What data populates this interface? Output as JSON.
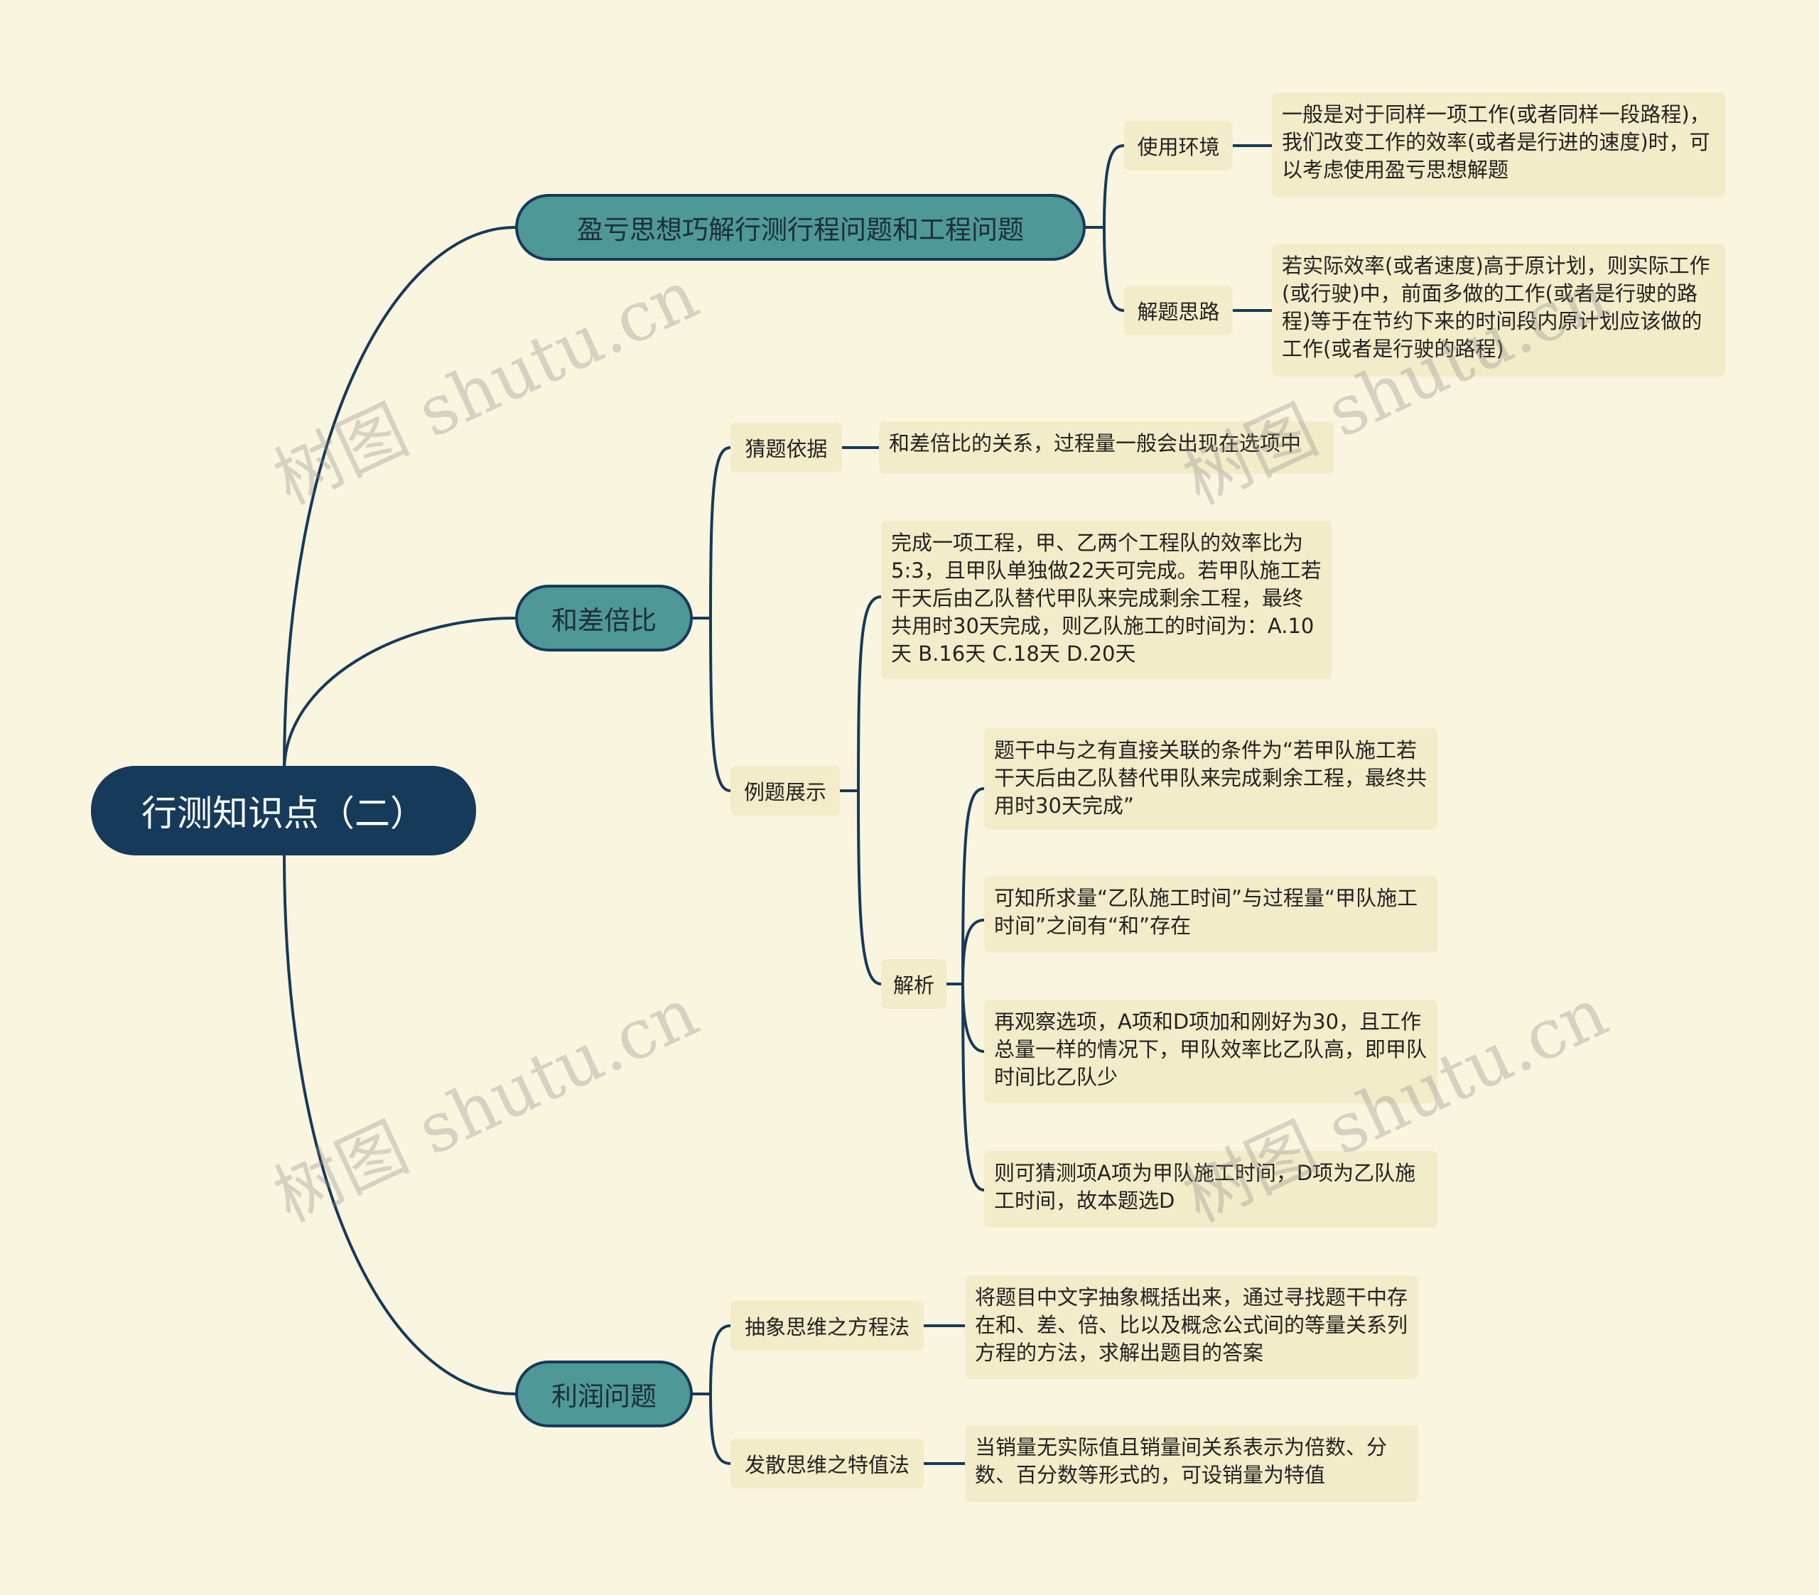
{
  "root": "行测知识点（二）",
  "branches": [
    {
      "label": "盈亏思想巧解行测行程问题和工程问题",
      "children": [
        {
          "label": "使用环境",
          "text": "一般是对于同样一项工作(或者同样一段路程)，我们改变工作的效率(或者是行进的速度)时，可以考虑使用盈亏思想解题"
        },
        {
          "label": "解题思路",
          "text": "若实际效率(或者速度)高于原计划，则实际工作(或行驶)中，前面多做的工作(或者是行驶的路程)等于在节约下来的时间段内原计划应该做的工作(或者是行驶的路程)"
        }
      ]
    },
    {
      "label": "和差倍比",
      "children": [
        {
          "label": "猜题依据",
          "text": "和差倍比的关系，过程量一般会出现在选项中"
        },
        {
          "label": "例题展示",
          "question": "完成一项工程，甲、乙两个工程队的效率比为5:3，且甲队单独做22天可完成。若甲队施工若干天后由乙队替代甲队来完成剩余工程，最终共用时30天完成，则乙队施工的时间为：A.10天 B.16天 C.18天 D.20天",
          "analysis_label": "解析",
          "analysis": [
            "题干中与之有直接关联的条件为“若甲队施工若干天后由乙队替代甲队来完成剩余工程，最终共用时30天完成”",
            "可知所求量“乙队施工时间”与过程量“甲队施工时间”之间有“和”存在",
            "再观察选项，A项和D项加和刚好为30，且工作总量一样的情况下，甲队效率比乙队高，即甲队时间比乙队少",
            "则可猜测项A项为甲队施工时间，D项为乙队施工时间，故本题选D"
          ]
        }
      ]
    },
    {
      "label": "利润问题",
      "children": [
        {
          "label": "抽象思维之方程法",
          "text": "将题目中文字抽象概括出来，通过寻找题干中存在和、差、倍、比以及概念公式间的等量关系列方程的方法，求解出题目的答案"
        },
        {
          "label": "发散思维之特值法",
          "text": "当销量无实际值且销量间关系表示为倍数、分数、百分数等形式的，可设销量为特值"
        }
      ]
    }
  ],
  "watermark": "树图 shutu.cn",
  "colors": {
    "background": "#f9f5df",
    "root": "#163a5a",
    "main": "#4e9898",
    "node": "#f2ecc8",
    "line": "#163a5a"
  }
}
